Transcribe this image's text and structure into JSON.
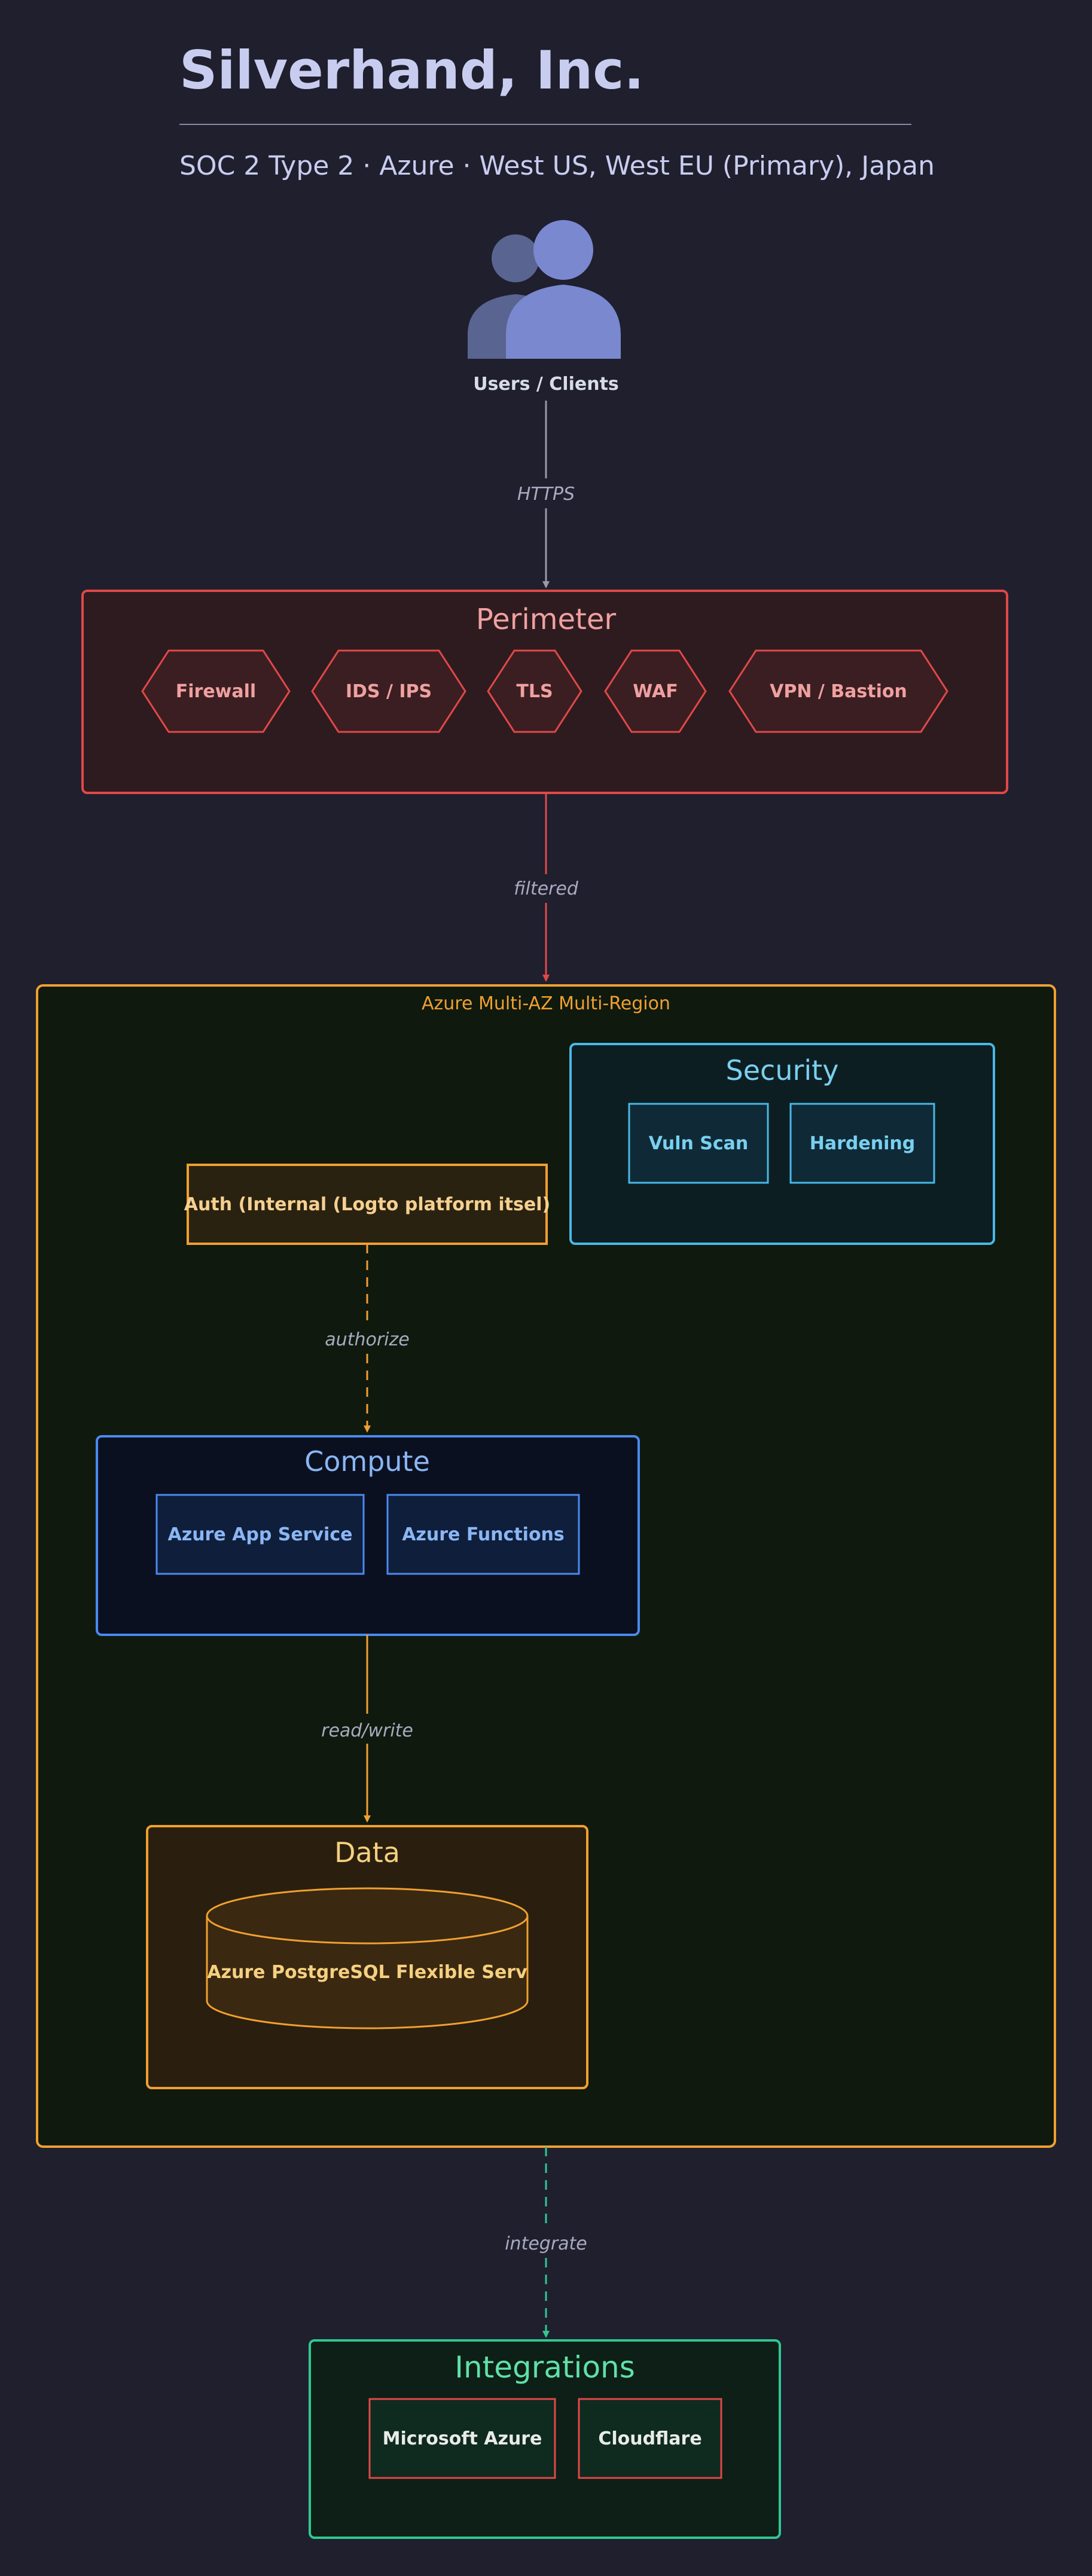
{
  "header": {
    "title": "Silverhand, Inc.",
    "subtitle": "SOC 2 Type 2 · Azure · West US, West EU (Primary), Japan"
  },
  "users": {
    "label": "Users / Clients",
    "icon": "users-icon"
  },
  "edges": {
    "users_to_perimeter": "HTTPS",
    "perimeter_to_cloud": "filtered",
    "auth_to_compute": "authorize",
    "compute_to_data": "read/write",
    "cloud_to_integrations": "integrate"
  },
  "perimeter": {
    "title": "Perimeter",
    "items": [
      "Firewall",
      "IDS / IPS",
      "TLS",
      "WAF",
      "VPN / Bastion"
    ]
  },
  "cloud": {
    "title": "Azure Multi-AZ Multi-Region"
  },
  "security": {
    "title": "Security",
    "items": [
      "Vuln Scan",
      "Hardening"
    ]
  },
  "auth": {
    "label": "Auth (Internal (Logto platform itsel)"
  },
  "compute": {
    "title": "Compute",
    "items": [
      "Azure App Service",
      "Azure Functions"
    ]
  },
  "data": {
    "title": "Data",
    "db_label": "Azure PostgreSQL Flexible Serv"
  },
  "integrations": {
    "title": "Integrations",
    "items": [
      "Microsoft Azure",
      "Cloudflare"
    ]
  },
  "colors": {
    "background": "#1f1f2e",
    "perimeter": "#e04848",
    "cloud": "#f0a030",
    "security": "#48b8e8",
    "compute": "#4a8af0",
    "data": "#f0a030",
    "integrations": "#30c890"
  }
}
